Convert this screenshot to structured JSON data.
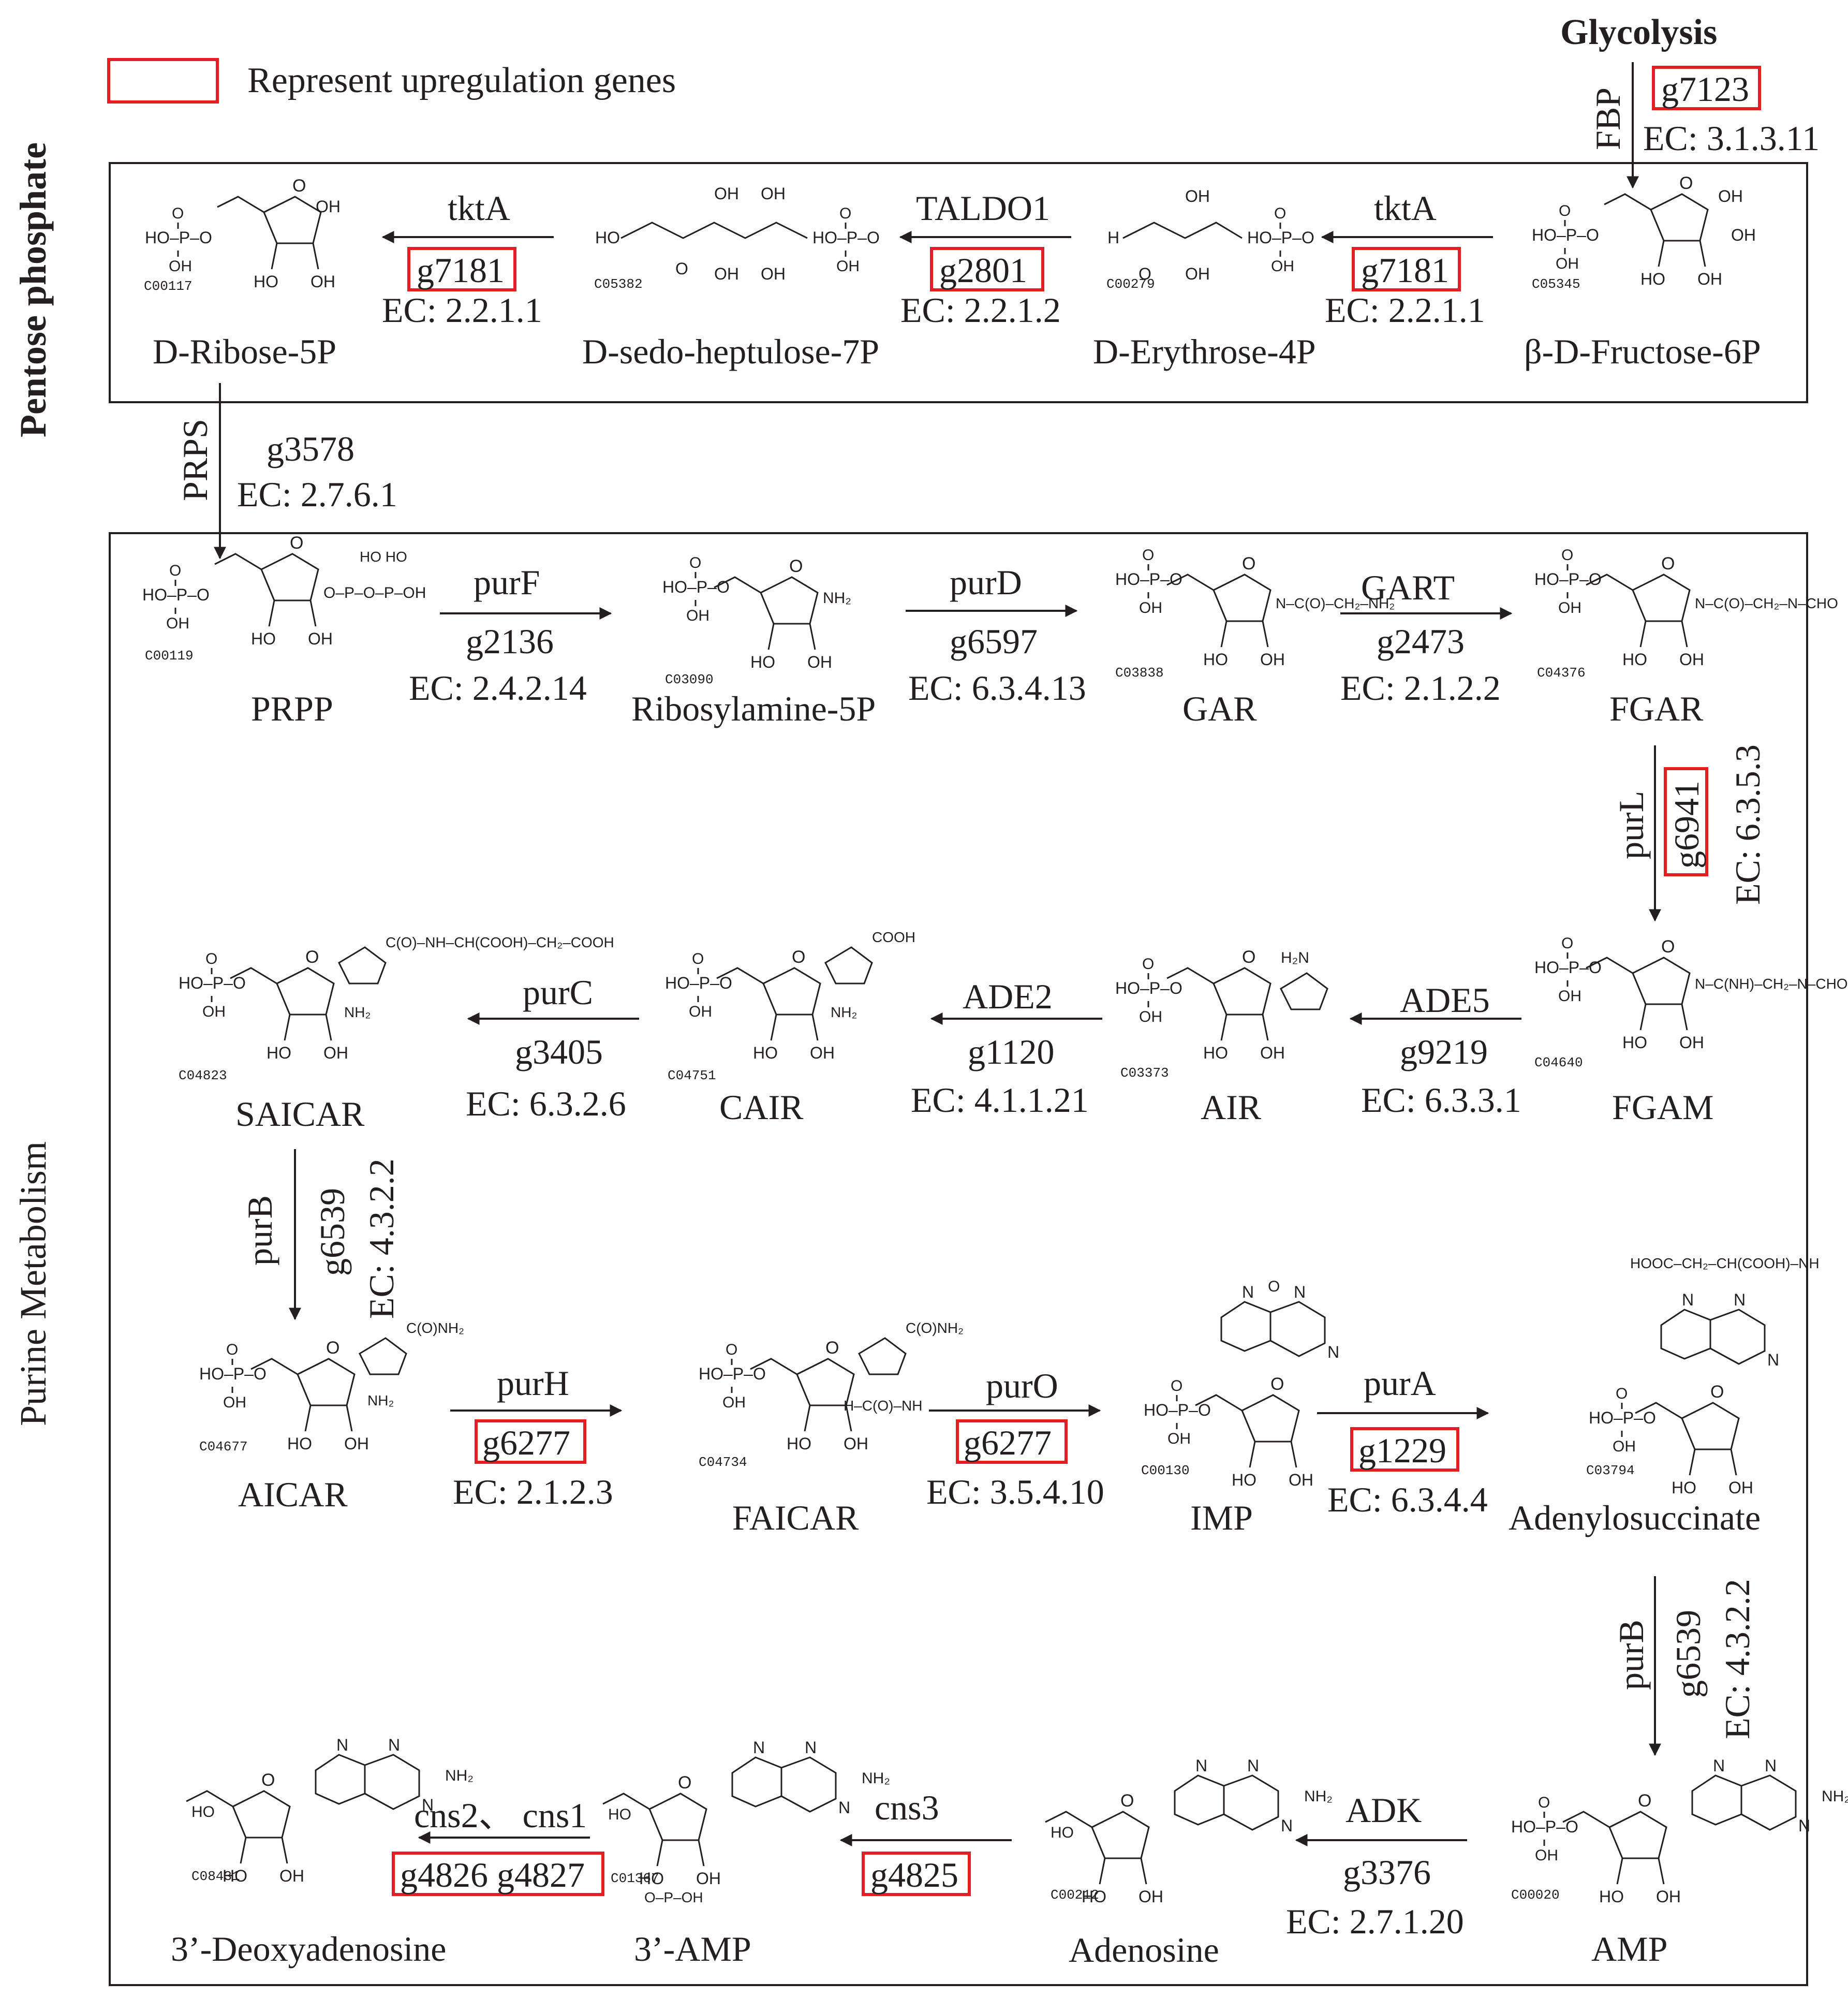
{
  "legend": {
    "label": "Represent upregulation genes",
    "highlight_color": "#e31e24"
  },
  "glycolysis": "Glycolysis",
  "sections": {
    "pentose": "Pentose phosphate",
    "purine": "Purine Metabolism"
  },
  "compounds": {
    "C00117": {
      "id": "C00117",
      "name": "D-Ribose-5P"
    },
    "C05382": {
      "id": "C05382",
      "name": "D-sedo-heptulose-7P"
    },
    "C00279": {
      "id": "C00279",
      "name": "D-Erythrose-4P"
    },
    "C05345": {
      "id": "C05345",
      "name": "β-D-Fructose-6P"
    },
    "C00119": {
      "id": "C00119",
      "name": "PRPP"
    },
    "C03090": {
      "id": "C03090",
      "name": "Ribosylamine-5P"
    },
    "C03838": {
      "id": "C03838",
      "name": "GAR"
    },
    "C04376": {
      "id": "C04376",
      "name": "FGAR"
    },
    "C04640": {
      "id": "C04640",
      "name": "FGAM"
    },
    "C03373": {
      "id": "C03373",
      "name": "AIR"
    },
    "C04751": {
      "id": "C04751",
      "name": "CAIR"
    },
    "C04823": {
      "id": "C04823",
      "name": "SAICAR"
    },
    "C04677": {
      "id": "C04677",
      "name": "AICAR"
    },
    "C04734": {
      "id": "C04734",
      "name": "FAICAR"
    },
    "C00130": {
      "id": "C00130",
      "name": "IMP"
    },
    "C03794": {
      "id": "C03794",
      "name": "Adenylosuccinate"
    },
    "C00020": {
      "id": "C00020",
      "name": "AMP"
    },
    "C00212": {
      "id": "C00212",
      "name": "Adenosine"
    },
    "C01367": {
      "id": "C01367",
      "name": "3’-AMP"
    },
    "C08431": {
      "id": "C08431",
      "name": "3’-Deoxyadenosine"
    }
  },
  "reactions": {
    "fbp": {
      "enzyme": "FBP",
      "gene": "g7123",
      "ec": "EC: 3.1.3.11",
      "up": true
    },
    "tkt1": {
      "enzyme": "tktA",
      "gene": "g7181",
      "ec": "EC: 2.2.1.1",
      "up": true
    },
    "taldo": {
      "enzyme": "TALDO1",
      "gene": "g2801",
      "ec": "EC: 2.2.1.2",
      "up": true
    },
    "tkt2": {
      "enzyme": "tktA",
      "gene": "g7181",
      "ec": "EC: 2.2.1.1",
      "up": true
    },
    "prps": {
      "enzyme": "PRPS",
      "gene": "g3578",
      "ec": "EC: 2.7.6.1",
      "up": false
    },
    "purF": {
      "enzyme": "purF",
      "gene": "g2136",
      "ec": "EC: 2.4.2.14",
      "up": false
    },
    "purD": {
      "enzyme": "purD",
      "gene": "g6597",
      "ec": "EC: 6.3.4.13",
      "up": false
    },
    "gart": {
      "enzyme": "GART",
      "gene": "g2473",
      "ec": "EC: 2.1.2.2",
      "up": false
    },
    "purL": {
      "enzyme": "purL",
      "gene": "g6941",
      "ec": "EC: 6.3.5.3",
      "up": true
    },
    "ade5": {
      "enzyme": "ADE5",
      "gene": "g9219",
      "ec": "EC: 6.3.3.1",
      "up": false
    },
    "ade2": {
      "enzyme": "ADE2",
      "gene": "g1120",
      "ec": "EC: 4.1.1.21",
      "up": false
    },
    "purC": {
      "enzyme": "purC",
      "gene": "g3405",
      "ec": "EC: 6.3.2.6",
      "up": false
    },
    "purB1": {
      "enzyme": "purB",
      "gene": "g6539",
      "ec": "EC: 4.3.2.2",
      "up": false
    },
    "purH": {
      "enzyme": "purH",
      "gene": "g6277",
      "ec": "EC: 2.1.2.3",
      "up": true
    },
    "purO": {
      "enzyme": "purO",
      "gene": "g6277",
      "ec": "EC: 3.5.4.10",
      "up": true
    },
    "purA": {
      "enzyme": "purA",
      "gene": "g1229",
      "ec": "EC: 6.3.4.4",
      "up": true
    },
    "purB2": {
      "enzyme": "purB",
      "gene": "g6539",
      "ec": "EC: 4.3.2.2",
      "up": false
    },
    "adk": {
      "enzyme": "ADK",
      "gene": "g3376",
      "ec": "EC: 2.7.1.20",
      "up": false
    },
    "cns3": {
      "enzyme": "cns3",
      "gene": "g4825",
      "up": true
    },
    "cns12": {
      "enzyme": "cns2、 cns1",
      "gene": "g4826 g4827",
      "up": true
    }
  }
}
